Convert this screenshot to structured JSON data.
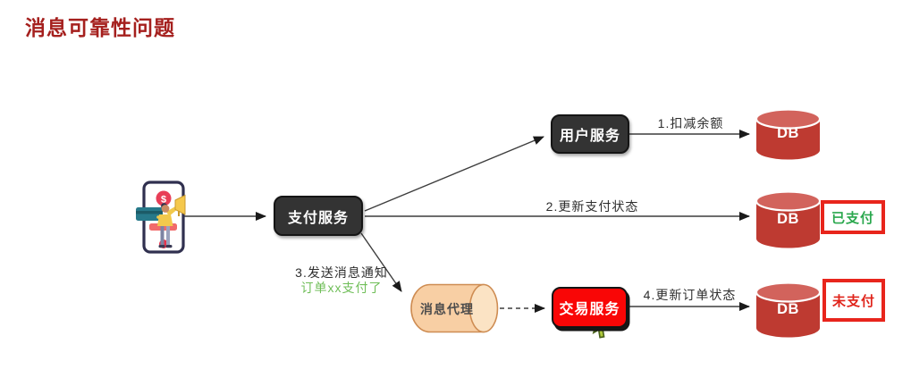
{
  "page": {
    "title": "消息可靠性问题",
    "title_color": "#A5201E",
    "background": "#FFFFFF"
  },
  "nodes": {
    "payment_service": {
      "label": "支付服务",
      "bg": "#333333",
      "text_color": "#FFFFFF"
    },
    "user_service": {
      "label": "用户服务",
      "bg": "#333333",
      "text_color": "#FFFFFF"
    },
    "transaction_service": {
      "label": "交易服务",
      "bg": "#F90606",
      "text_color": "#FFFFFF"
    },
    "message_broker": {
      "label": "消息代理",
      "bg": "#F8CFA4",
      "border_color": "#CE8C52",
      "text_color": "#4D4D4D",
      "shape": "horizontal-cylinder"
    },
    "db_user": {
      "label": "DB",
      "bg": "#BE3A31",
      "shape": "database-cylinder"
    },
    "db_payment": {
      "label": "DB",
      "bg": "#BE3A31",
      "shape": "database-cylinder"
    },
    "db_order": {
      "label": "DB",
      "bg": "#BE3A31",
      "shape": "database-cylinder"
    }
  },
  "illustration": {
    "name": "mobile-payment-phone",
    "dollar_symbol": "$"
  },
  "edges": {
    "step1": {
      "label": "1.扣减余额",
      "from": "user_service",
      "to": "db_user",
      "style": "solid"
    },
    "step2": {
      "label": "2.更新支付状态",
      "from": "payment_service",
      "to": "db_payment",
      "style": "solid"
    },
    "step3": {
      "label": "3.发送消息通知",
      "sublabel": "订单xx支付了",
      "sublabel_color": "#6FBE58",
      "from": "payment_service",
      "to": "message_broker",
      "style": "solid"
    },
    "step4": {
      "label": "4.更新订单状态",
      "from": "transaction_service",
      "to": "db_order",
      "style": "solid"
    },
    "broker_to_transaction": {
      "label": "",
      "from": "message_broker",
      "to": "transaction_service",
      "style": "dashed"
    }
  },
  "badges": {
    "paid": {
      "label": "已支付",
      "text_color": "#2BA84E",
      "border_color": "#E8251C"
    },
    "unpaid": {
      "label": "未支付",
      "text_color": "#E0241B",
      "border_color": "#E8251C"
    }
  }
}
